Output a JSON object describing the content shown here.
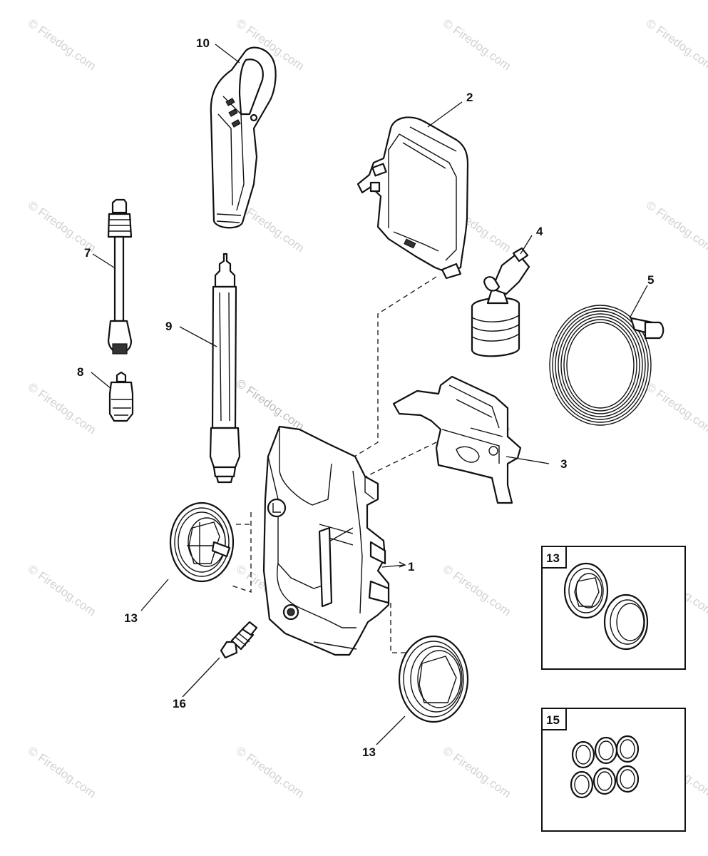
{
  "watermark": {
    "short": "© Firedog.com",
    "center": "© Firedog.com"
  },
  "callouts": {
    "p1": "1",
    "p2": "2",
    "p3": "3",
    "p4": "4",
    "p5": "5",
    "p7": "7",
    "p8": "8",
    "p9": "9",
    "p10": "10",
    "p13a": "13",
    "p13b": "13",
    "p16": "16"
  },
  "insets": {
    "wheel_kit": "13",
    "oring_kit": "15"
  }
}
